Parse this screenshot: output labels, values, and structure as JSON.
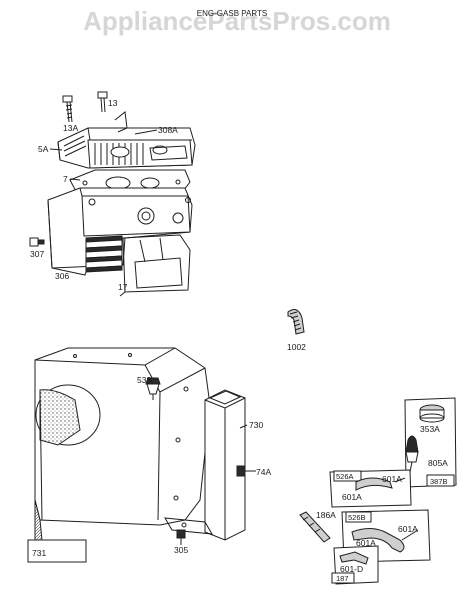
{
  "watermark": "AppliancePartsPros.com",
  "header": "ENG-GASB PARTS",
  "labels": {
    "p13": "13",
    "p13a": "13A",
    "p308a": "308A",
    "p5a": "5A",
    "p7": "7",
    "p307": "307",
    "p306": "306",
    "p17": "17",
    "p1002": "1002",
    "p538": "538",
    "p730": "730",
    "p74a": "74A",
    "p731": "731",
    "p305": "305",
    "p353a": "353A",
    "p805a": "805A",
    "p387b": "387B",
    "p526a": "526A",
    "p601a_1": "601A",
    "p601a_2": "601A",
    "p186a": "186A",
    "p526b": "526B",
    "p601a_3": "601A",
    "p601a_4": "601A",
    "p601b": "601-D",
    "p187": "187"
  },
  "colors": {
    "ink": "#1f1f1f",
    "watermark": "#d6d6d6",
    "background": "#ffffff"
  }
}
